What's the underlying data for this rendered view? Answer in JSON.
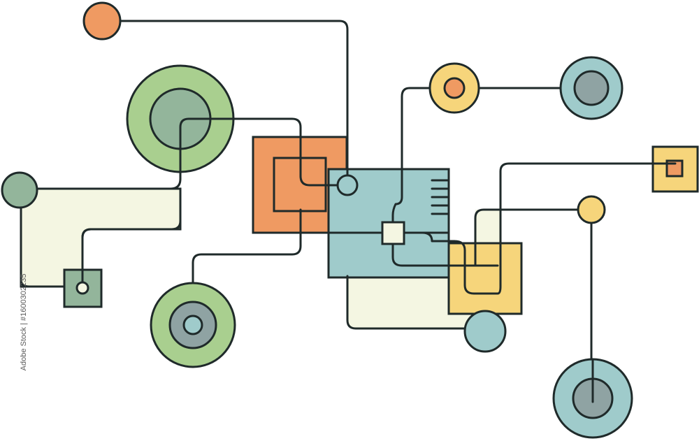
{
  "image": {
    "stock_id_text": "Adobe Stock | #1600302235",
    "watermark_text": "Adobe Stock"
  },
  "palette": {
    "outline": "#1f2a2a",
    "orange": "#ef9a62",
    "light_green": "#a9cf8f",
    "sage": "#93b59b",
    "teal": "#9fcbcb",
    "slate": "#8fa3a3",
    "yellow": "#f6d57b",
    "cream": "#f4f6e2"
  },
  "elements": [
    {
      "id": "orange-dot-top-left",
      "shape": "circle",
      "color": "orange"
    },
    {
      "id": "large-green-ring",
      "shape": "ring",
      "color": "light_green"
    },
    {
      "id": "left-sage-dot",
      "shape": "circle",
      "color": "sage"
    },
    {
      "id": "small-sage-square",
      "shape": "square",
      "color": "sage"
    },
    {
      "id": "orange-square",
      "shape": "square",
      "color": "orange"
    },
    {
      "id": "teal-square",
      "shape": "square",
      "color": "teal"
    },
    {
      "id": "yellow-ring-top",
      "shape": "ring",
      "color": "yellow"
    },
    {
      "id": "teal-ring-top-right",
      "shape": "ring",
      "color": "teal"
    },
    {
      "id": "yellow-square-right",
      "shape": "square",
      "color": "yellow"
    },
    {
      "id": "yellow-dot-right",
      "shape": "circle",
      "color": "yellow"
    },
    {
      "id": "yellow-square-center",
      "shape": "square",
      "color": "yellow"
    },
    {
      "id": "green-ring-bottom",
      "shape": "ring",
      "color": "light_green"
    },
    {
      "id": "teal-dot-bottom",
      "shape": "circle",
      "color": "teal"
    },
    {
      "id": "teal-ring-bottom-right",
      "shape": "ring",
      "color": "teal"
    }
  ]
}
